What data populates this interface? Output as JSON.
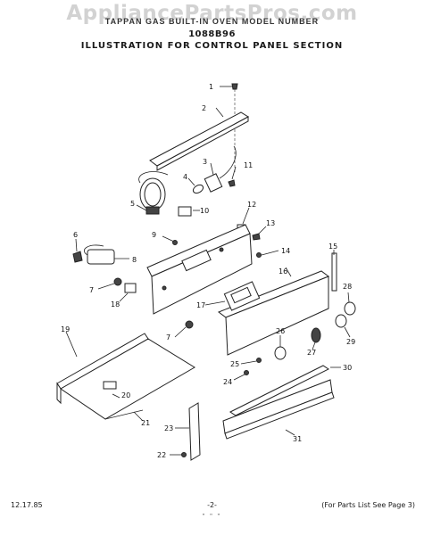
{
  "watermark": "AppliancePartsPros.com",
  "header": {
    "line1": "TAPPAN GAS BUILT-IN OVEN MODEL NUMBER",
    "line2": "1088B96",
    "line3": "ILLUSTRATION FOR CONTROL PANEL SECTION"
  },
  "part_labels": [
    "1",
    "2",
    "3",
    "4",
    "5",
    "6",
    "7",
    "8",
    "9",
    "10",
    "11",
    "12",
    "13",
    "14",
    "15",
    "16",
    "17",
    "18",
    "19",
    "20",
    "21",
    "22",
    "23",
    "24",
    "25",
    "26",
    "27",
    "28",
    "29",
    "30",
    "31",
    "7"
  ],
  "footer": {
    "date": "12.17.85",
    "page": "-2-",
    "note": "(For Parts List See Page 3)",
    "bottom_marks": "\" \" \""
  }
}
